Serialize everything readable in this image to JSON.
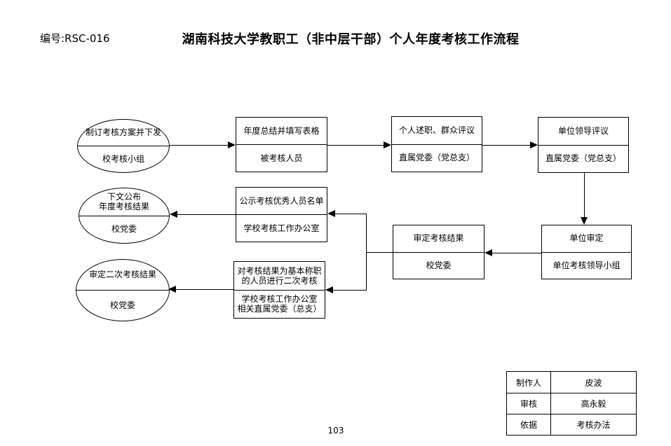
{
  "page": {
    "doc_number": "编号:RSC-016",
    "title": "湖南科技大学教职工（非中层干部）个人年度考核工作流程",
    "page_number": "103"
  },
  "flowchart": {
    "nodes": [
      {
        "shape": "ellipse",
        "top1": "制订考核方案并下发",
        "bottom1": "校考核小组"
      },
      {
        "shape": "rect",
        "top1": "年度总结并填写表格",
        "bottom1": "被考核人员"
      },
      {
        "shape": "rect",
        "top1": "个人述职、群众评议",
        "bottom1": "直属党委（党总支）"
      },
      {
        "shape": "rect",
        "top1": "单位领导评议",
        "bottom1": "直属党委（党总支）"
      },
      {
        "shape": "rect",
        "top1": "单位审定",
        "bottom1": "单位考核领导小组"
      },
      {
        "shape": "rect",
        "top1": "审定考核结果",
        "bottom1": "校党委"
      },
      {
        "shape": "rect",
        "top1": "公示考核优秀人员名单",
        "bottom1": "学校考核工作办公室"
      },
      {
        "shape": "ellipse",
        "top1": "下文公布",
        "top2": "年度考核结果",
        "bottom1": "校党委"
      },
      {
        "shape": "rect",
        "top1": "对考核结果为基本称职",
        "top2": "的人员进行二次考核",
        "bottom1": "学校考核工作办公室",
        "bottom2": "相关直属党委（总支）"
      },
      {
        "shape": "ellipse",
        "top1": "审定二次考核结果",
        "bottom1": "校党委"
      }
    ]
  },
  "info_table": {
    "rows": [
      {
        "label": "制作人",
        "value": "皮波"
      },
      {
        "label": "审核",
        "value": "高永毅"
      },
      {
        "label": "依据",
        "value": "考核办法"
      }
    ]
  },
  "colors": {
    "line": "#000000",
    "background": "#ffffff"
  }
}
